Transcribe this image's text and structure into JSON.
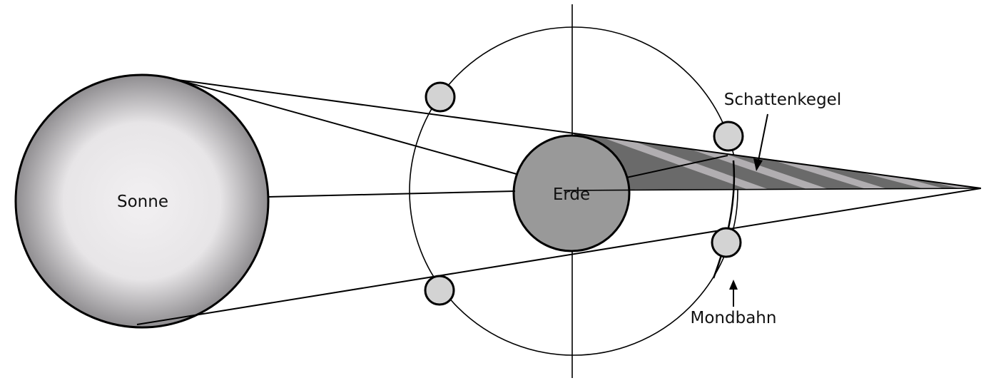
{
  "labels": {
    "sun": "Sonne",
    "earth": "Erde",
    "shadow_cone": "Schattenkegel",
    "moon_orbit": "Mondbahn"
  },
  "colors": {
    "sun_center": "#f2f0f2",
    "sun_edge": "#8f8d90",
    "earth": "#999999",
    "moon": "#d3d3d3",
    "shadow_dark": "#6a6a6a",
    "shadow_stripe": "#b9b6b9",
    "line": "#000000"
  }
}
